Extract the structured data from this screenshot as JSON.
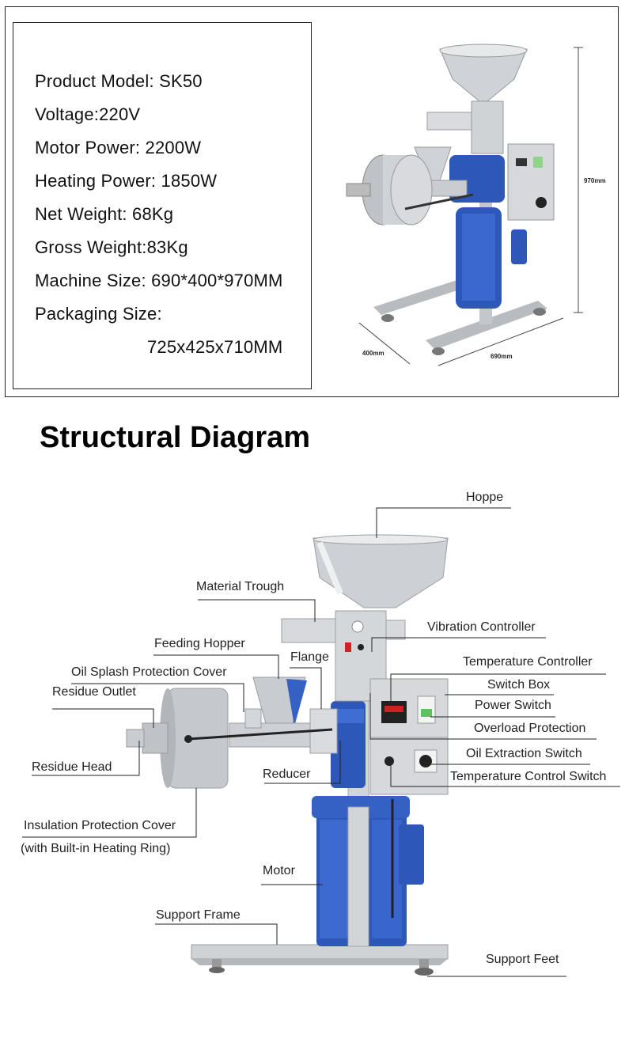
{
  "specs": {
    "model": "Product Model: SK50",
    "voltage": "Voltage:220V",
    "motor_power": "Motor Power: 2200W",
    "heating_power": "Heating Power: 1850W",
    "net_weight": "Net Weight: 68Kg",
    "gross_weight": "Gross Weight:83Kg",
    "machine_size": "Machine Size: 690*400*970MM",
    "packaging_label": "Packaging Size:",
    "packaging_value": "725x425x710MM"
  },
  "dimensions": {
    "height": "970mm",
    "depth": "400mm",
    "width": "690mm"
  },
  "section_title": "Structural Diagram",
  "labels": {
    "hoppe": "Hoppe",
    "material_trough": "Material Trough",
    "vibration_controller": "Vibration Controller",
    "feeding_hopper": "Feeding Hopper",
    "flange": "Flange",
    "temperature_controller": "Temperature Controller",
    "oil_splash": "Oil Splash Protection Cover",
    "switch_box": "Switch Box",
    "residue_outlet": "Residue Outlet",
    "power_switch": "Power Switch",
    "overload_protection": "Overload Protection",
    "oil_extraction_switch": "Oil Extraction Switch",
    "residue_head": "Residue Head",
    "reducer": "Reducer",
    "temperature_control_switch": "Temperature Control Switch",
    "insulation_cover": "Insulation Protection Cover",
    "insulation_cover_note": "(with Built-in Heating Ring)",
    "motor": "Motor",
    "support_frame": "Support Frame",
    "support_feet": "Support Feet"
  },
  "colors": {
    "motor_blue": "#2d57b8",
    "steel": "#c9ccd0",
    "panel": "#d6d8db"
  }
}
